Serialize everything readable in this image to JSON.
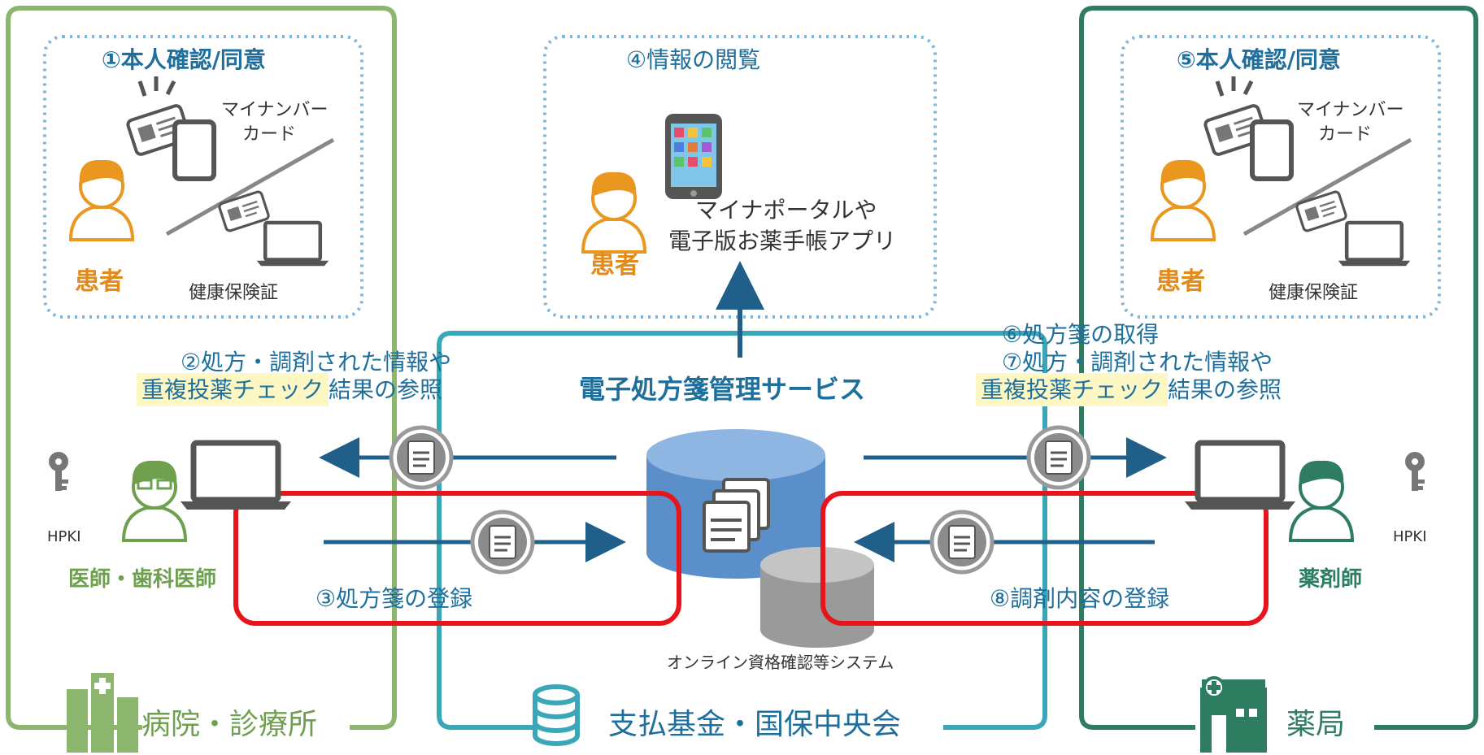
{
  "hospital": {
    "box_title": "①本人確認/同意",
    "card_label_line1": "マイナンバー",
    "card_label_line2": "カード",
    "patient_label": "患者",
    "insurance_label": "健康保険証",
    "step2_line1": "②処方・調剤された情報や",
    "step2_hl": "重複投薬チェック",
    "step2_rest": "結果の参照",
    "hpki_label": "HPKI",
    "doctor_label": "医師・歯科医師",
    "step3_label": "③処方箋の登録",
    "footer_label": "病院・診療所"
  },
  "viewer": {
    "box_title": "④情報の閲覧",
    "patient_label": "患者",
    "app_line1": "マイナポータルや",
    "app_line2": "電子版お薬手帳アプリ"
  },
  "center": {
    "service_title": "電子処方箋管理サービス",
    "system_label": "オンライン資格確認等システム",
    "footer_label": "支払基金・国保中央会"
  },
  "pharmacy": {
    "box_title": "⑤本人確認/同意",
    "card_label_line1": "マイナンバー",
    "card_label_line2": "カード",
    "patient_label": "患者",
    "insurance_label": "健康保険証",
    "step6_label": "⑥処方箋の取得",
    "step7_line1": "⑦処方・調剤された情報や",
    "step7_hl": "重複投薬チェック",
    "step7_rest": "結果の参照",
    "hpki_label": "HPKI",
    "pharmacist_label": "薬剤師",
    "step8_label": "⑧調剤内容の登録",
    "footer_label": "薬局"
  },
  "colors": {
    "hospital_frame": "#8cb56e",
    "center_frame": "#3aa7b8",
    "pharmacy_frame": "#2e7d60",
    "arrow": "#1f5f8a",
    "highlight_box": "#e8141b",
    "patient_orange": "#e9971f",
    "db_blue": "#5b8fc9"
  }
}
